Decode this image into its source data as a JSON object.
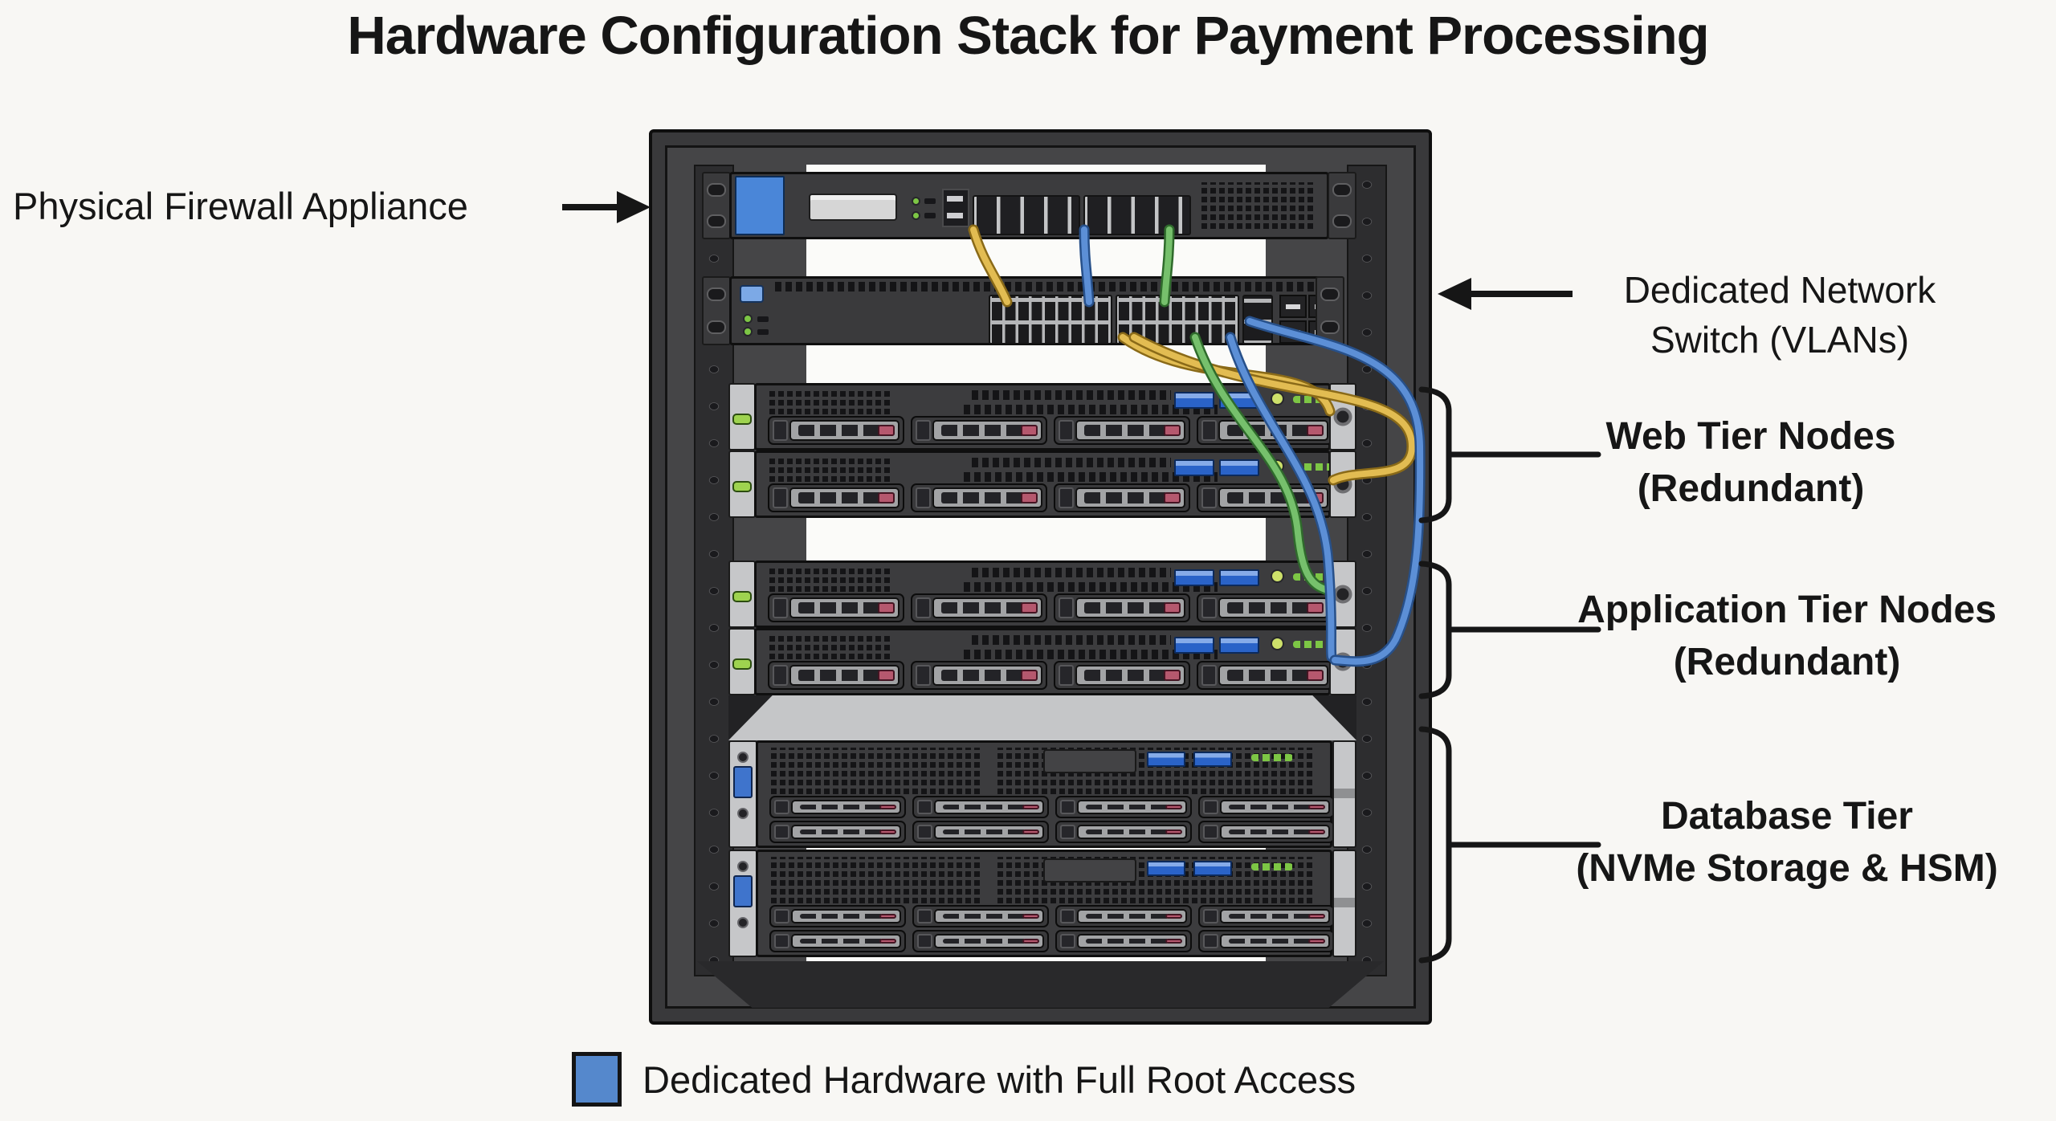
{
  "title": "Hardware Configuration Stack for Payment Processing",
  "labels": {
    "firewall": "Physical Firewall Appliance",
    "switch": {
      "line1": "Dedicated Network",
      "line2": "Switch (VLANs)"
    },
    "web": {
      "line1": "Web Tier Nodes",
      "line2": "(Redundant)"
    },
    "app": {
      "line1": "Application Tier Nodes",
      "line2": "(Redundant)"
    },
    "db": {
      "line1": "Database Tier",
      "line2": "(NVMe Storage & HSM)"
    }
  },
  "legend": {
    "text": "Dedicated Hardware with Full Root Access",
    "swatch_color": "#5588cc"
  },
  "rack": {
    "unit_names": [
      "physical-firewall-appliance",
      "network-switch",
      "web-server-1",
      "web-server-2",
      "app-server-1",
      "app-server-2",
      "db-server-1",
      "db-server-2"
    ]
  },
  "colors": {
    "cable_yellow": "#e2bc52",
    "cable_yellow_dark": "#8a6a18",
    "cable_green": "#76c06c",
    "cable_green_dark": "#2f6b2c",
    "cable_blue": "#5c8fd6",
    "cable_blue_dark": "#27508a",
    "root_access_blue": "#4a86d8",
    "legend_blue": "#5588cc",
    "usb_blue": "#2a63c8",
    "led_green": "#7dc645",
    "drive_tab_red": "#b5586e",
    "vga_blue": "#3f74cc",
    "switch_chip_blue": "#7ca9e6"
  }
}
